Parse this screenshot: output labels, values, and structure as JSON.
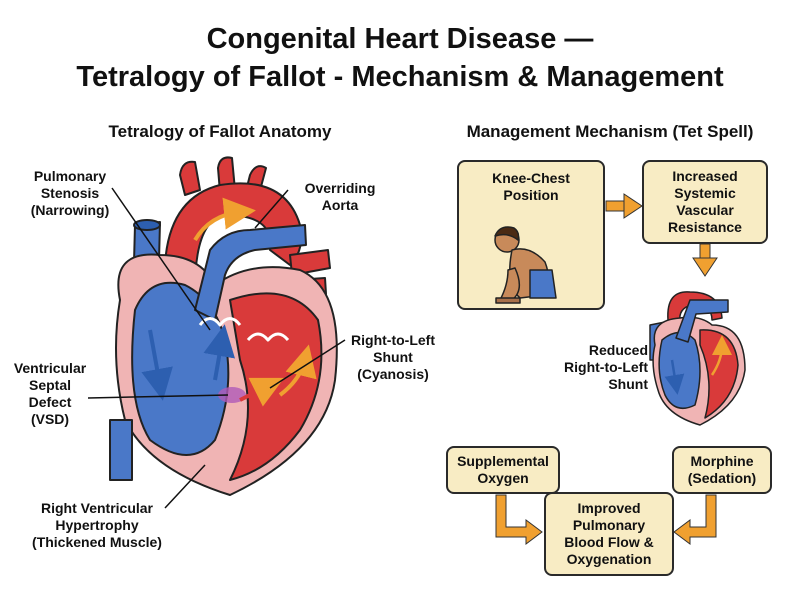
{
  "title": {
    "line1": "Congenital Heart Disease —",
    "line2": "Tetralogy of Fallot - Mechanism & Management"
  },
  "anatomy": {
    "heading": "Tetralogy of Fallot Anatomy",
    "labels": {
      "pulmonary_stenosis": "Pulmonary\nStenosis\n(Narrowing)",
      "overriding_aorta": "Overriding\nAorta",
      "vsd": "Ventricular\nSeptal\nDefect\n(VSD)",
      "shunt": "Right-to-Left\nShunt\n(Cyanosis)",
      "rvh": "Right Ventricular\nHypertrophy\n(Thickened Muscle)"
    }
  },
  "management": {
    "heading": "Management Mechanism (Tet Spell)",
    "knee_chest": "Knee-Chest\nPosition",
    "svr": "Increased\nSystemic\nVascular\nResistance",
    "reduced_shunt": "Reduced\nRight-to-Left\nShunt",
    "oxygen": "Supplemental\nOxygen",
    "morphine": "Morphine\n(Sedation)",
    "outcome": "Improved\nPulmonary\nBlood Flow &\nOxygenation"
  },
  "colors": {
    "red": "#d93a3a",
    "blue": "#4a78c8",
    "box_fill": "#f8ecc4",
    "arrow": "#f0a030"
  }
}
